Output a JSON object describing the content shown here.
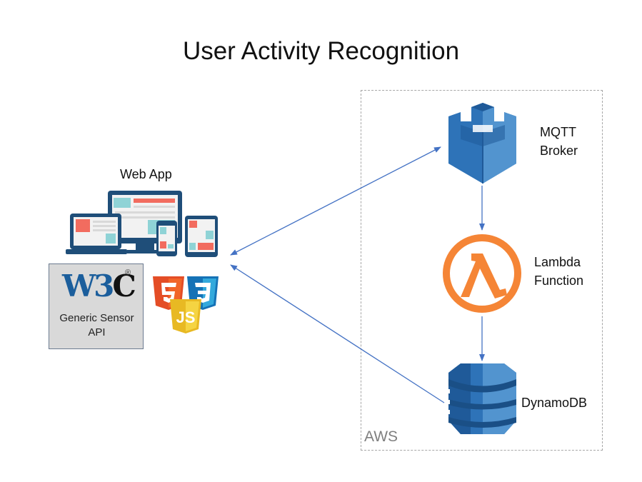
{
  "title": "User Activity Recognition",
  "nodes": {
    "web_app": {
      "label": "Web App",
      "icon": "responsive-devices-icon"
    },
    "w3c": {
      "logo_text": "W3C",
      "registered": "®",
      "caption_line1": "Generic Sensor",
      "caption_line2": "API"
    },
    "web_tech": {
      "icons": [
        "html5-icon",
        "css3-icon",
        "javascript-icon"
      ],
      "html5_glyph": "5",
      "css3_glyph": "3",
      "js_glyph": "JS"
    },
    "mqtt": {
      "label_line1": "MQTT",
      "label_line2": "Broker",
      "icon": "aws-iot-castle-icon"
    },
    "lambda": {
      "label_line1": "Lambda",
      "label_line2": "Function",
      "icon": "lambda-icon",
      "glyph": "λ"
    },
    "dynamodb": {
      "label": "DynamoDB",
      "icon": "dynamodb-icon"
    }
  },
  "group": {
    "label": "AWS"
  },
  "edges": [
    {
      "from": "web_app",
      "to": "mqtt",
      "direction": "bidirectional"
    },
    {
      "from": "mqtt",
      "to": "lambda",
      "direction": "forward"
    },
    {
      "from": "lambda",
      "to": "dynamodb",
      "direction": "forward"
    },
    {
      "from": "dynamodb",
      "to": "web_app",
      "direction": "forward"
    }
  ],
  "colors": {
    "arrow": "#4472c4",
    "aws_blue": "#2e73b8",
    "aws_blue_dark": "#1f5a99",
    "aws_blue_light": "#5294cf",
    "lambda_orange": "#f58536",
    "html5": "#e44d26",
    "css3": "#1572b6",
    "js": "#f0c419",
    "device_navy": "#1f4e79",
    "device_red": "#f26c5f",
    "device_teal": "#8fd3d6"
  }
}
